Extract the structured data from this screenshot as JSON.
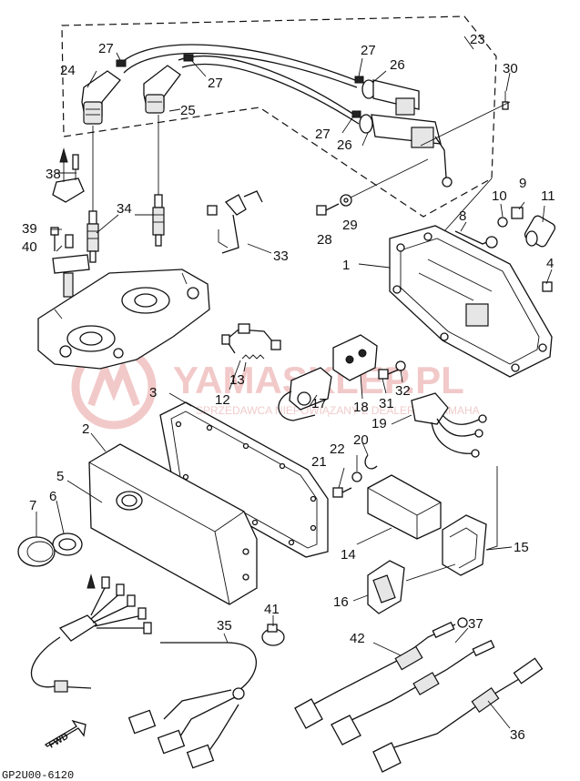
{
  "diagram": {
    "drawing_code": "GP2U00-6120",
    "direction_label": "FWD",
    "watermark": {
      "main": "YAMASKLEP.PL",
      "sub": "SPRZEDAWCA NIEPOWIĄZANY Z DEALEREM YAMAHA"
    },
    "callouts": [
      {
        "id": "c1",
        "label": "1"
      },
      {
        "id": "c2",
        "label": "2"
      },
      {
        "id": "c3",
        "label": "3"
      },
      {
        "id": "c4",
        "label": "4"
      },
      {
        "id": "c5",
        "label": "5"
      },
      {
        "id": "c6",
        "label": "6"
      },
      {
        "id": "c7",
        "label": "7"
      },
      {
        "id": "c8",
        "label": "8"
      },
      {
        "id": "c9",
        "label": "9"
      },
      {
        "id": "c10",
        "label": "10"
      },
      {
        "id": "c11",
        "label": "11"
      },
      {
        "id": "c12",
        "label": "12"
      },
      {
        "id": "c13",
        "label": "13"
      },
      {
        "id": "c14",
        "label": "14"
      },
      {
        "id": "c15",
        "label": "15"
      },
      {
        "id": "c16",
        "label": "16"
      },
      {
        "id": "c17",
        "label": "17"
      },
      {
        "id": "c18",
        "label": "18"
      },
      {
        "id": "c19",
        "label": "19"
      },
      {
        "id": "c20",
        "label": "20"
      },
      {
        "id": "c21",
        "label": "21"
      },
      {
        "id": "c22",
        "label": "22"
      },
      {
        "id": "c23",
        "label": "23"
      },
      {
        "id": "c24",
        "label": "24"
      },
      {
        "id": "c25",
        "label": "25"
      },
      {
        "id": "c26a",
        "label": "26"
      },
      {
        "id": "c26b",
        "label": "26"
      },
      {
        "id": "c27a",
        "label": "27"
      },
      {
        "id": "c27b",
        "label": "27"
      },
      {
        "id": "c27c",
        "label": "27"
      },
      {
        "id": "c27d",
        "label": "27"
      },
      {
        "id": "c28",
        "label": "28"
      },
      {
        "id": "c29",
        "label": "29"
      },
      {
        "id": "c30",
        "label": "30"
      },
      {
        "id": "c31",
        "label": "31"
      },
      {
        "id": "c32",
        "label": "32"
      },
      {
        "id": "c33",
        "label": "33"
      },
      {
        "id": "c34",
        "label": "34"
      },
      {
        "id": "c35",
        "label": "35"
      },
      {
        "id": "c36",
        "label": "36"
      },
      {
        "id": "c37",
        "label": "37"
      },
      {
        "id": "c38",
        "label": "38"
      },
      {
        "id": "c39",
        "label": "39"
      },
      {
        "id": "c40",
        "label": "40"
      },
      {
        "id": "c41",
        "label": "41"
      },
      {
        "id": "c42",
        "label": "42"
      }
    ]
  }
}
